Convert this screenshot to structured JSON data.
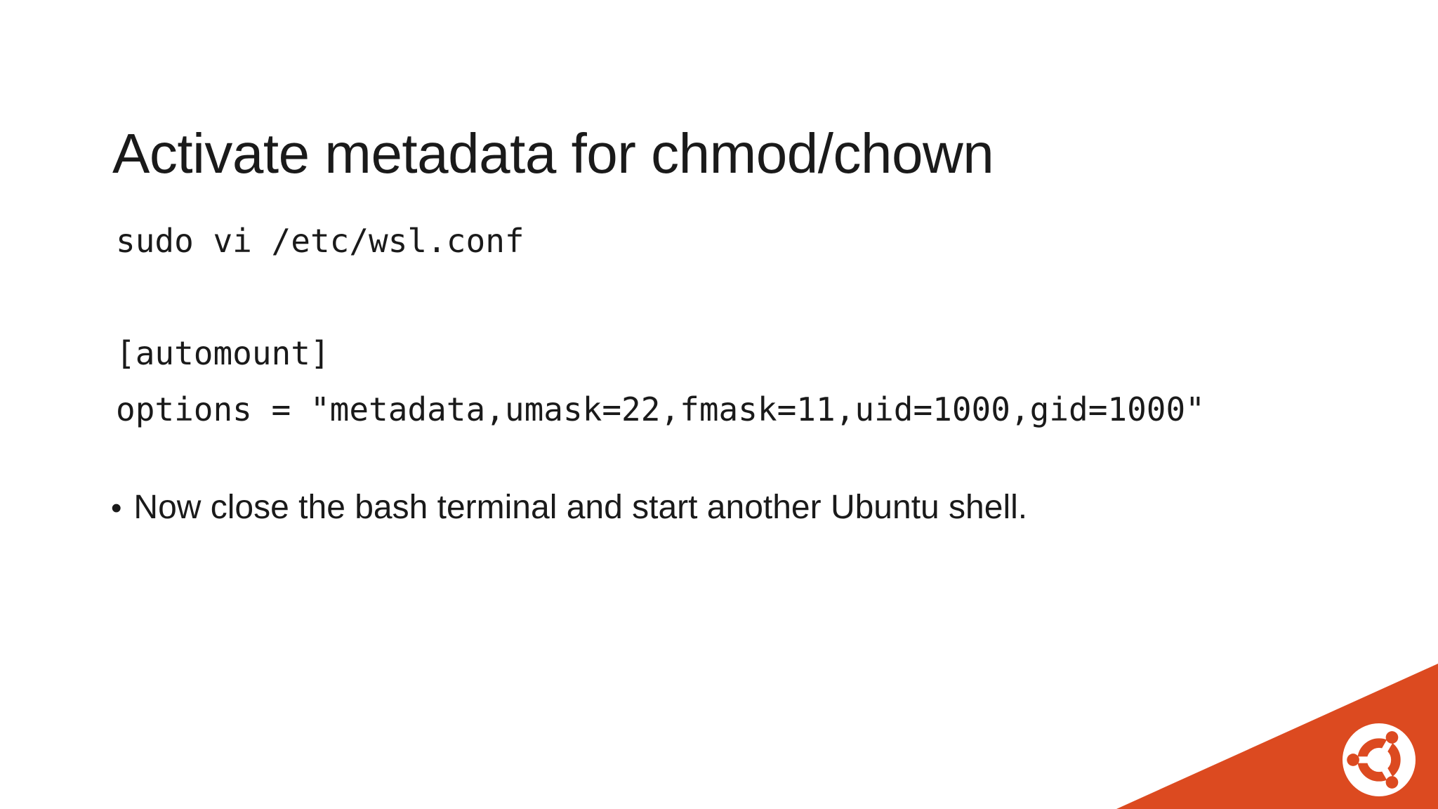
{
  "slide": {
    "title": "Activate metadata for chmod/chown",
    "code_command": "sudo vi /etc/wsl.conf",
    "config": {
      "section": "[automount]",
      "option_line": "options = \"metadata,umask=22,fmask=11,uid=1000,gid=1000\""
    },
    "bullet": {
      "marker": "•",
      "text": "Now close the bash terminal and start another Ubuntu shell."
    },
    "logo": "ubuntu-circle-of-friends",
    "colors": {
      "background": "#ffffff",
      "text": "#1a1a1a",
      "accent_orange": "#DC4A20",
      "logo_white": "#ffffff"
    }
  }
}
